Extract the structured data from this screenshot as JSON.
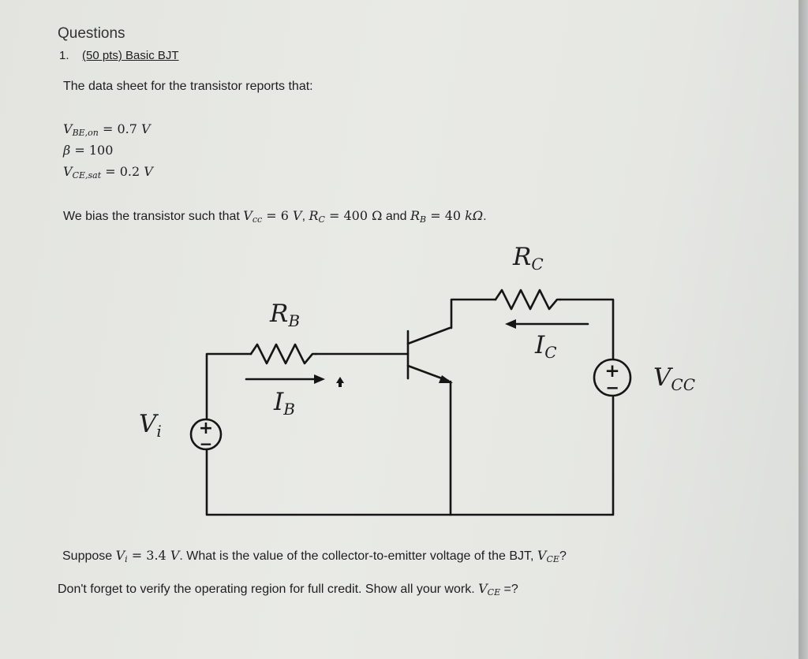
{
  "header": {
    "section": "Questions",
    "number": "1.",
    "title": "(50 pts) Basic BJT"
  },
  "intro": "The data sheet for the transistor reports that:",
  "datasheet": {
    "vbe": {
      "symbol": "V",
      "subscript": "BE,on",
      "relation": " = 0.7 ",
      "unit": "V"
    },
    "beta": {
      "symbol": "β",
      "relation": " = 100"
    },
    "vce": {
      "symbol": "V",
      "subscript": "CE,sat",
      "relation": " = 0.2 ",
      "unit": "V"
    }
  },
  "bias": {
    "prefix": "We bias the transistor such that ",
    "vcc_symbol": "V",
    "vcc_sub": "cc",
    "vcc_value": " = 6 ",
    "vcc_unit": "V",
    "sep": ", ",
    "rc_symbol": "R",
    "rc_sub": "C",
    "rc_value": " = 400 Ω",
    "and": " and ",
    "rb_symbol": "R",
    "rb_sub": "B",
    "rb_value": " = 40 ",
    "rb_unit": "kΩ",
    "end": "."
  },
  "circuit": {
    "rc": {
      "main": "R",
      "sub": "C"
    },
    "rb": {
      "main": "R",
      "sub": "B"
    },
    "ic": {
      "main": "I",
      "sub": "C"
    },
    "ib": {
      "main": "I",
      "sub": "B"
    },
    "vi": {
      "main": "V",
      "sub": "i"
    },
    "vcc": {
      "main": "V",
      "sub": "CC"
    },
    "source_plus": "+",
    "source_minus": "−"
  },
  "question": {
    "line1_a": "Suppose ",
    "vi_symbol": "V",
    "vi_sub": "i",
    "vi_value": " = 3.4 ",
    "vi_unit": "V",
    "line1_b": ". What is the value of the collector-to-emitter voltage of the BJT, ",
    "vce_symbol": "V",
    "vce_sub": "CE",
    "line1_c": "?",
    "line2_a": "Don't forget to verify the operating region for full credit. Show all your work. ",
    "line2_vce_symbol": "V",
    "line2_vce_sub": "CE",
    "line2_b": " =?"
  }
}
